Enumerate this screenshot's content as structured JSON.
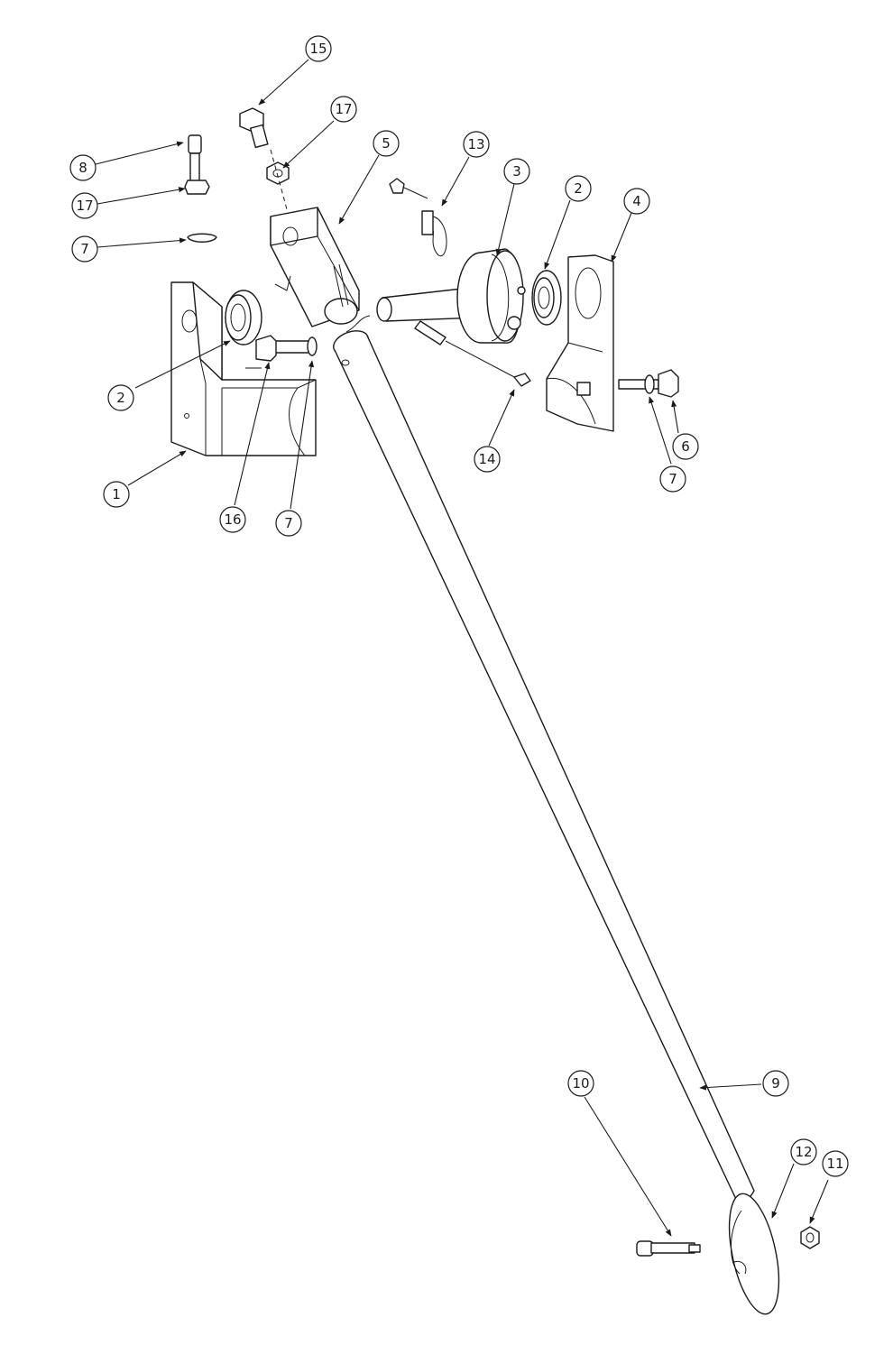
{
  "balloons": [
    {
      "label": "15"
    },
    {
      "label": "17"
    },
    {
      "label": "8"
    },
    {
      "label": "17"
    },
    {
      "label": "7"
    },
    {
      "label": "5"
    },
    {
      "label": "13"
    },
    {
      "label": "3"
    },
    {
      "label": "2"
    },
    {
      "label": "4"
    },
    {
      "label": "2"
    },
    {
      "label": "1"
    },
    {
      "label": "16"
    },
    {
      "label": "7"
    },
    {
      "label": "14"
    },
    {
      "label": "6"
    },
    {
      "label": "7"
    },
    {
      "label": "9"
    },
    {
      "label": "10"
    },
    {
      "label": "12"
    },
    {
      "label": "11"
    }
  ]
}
